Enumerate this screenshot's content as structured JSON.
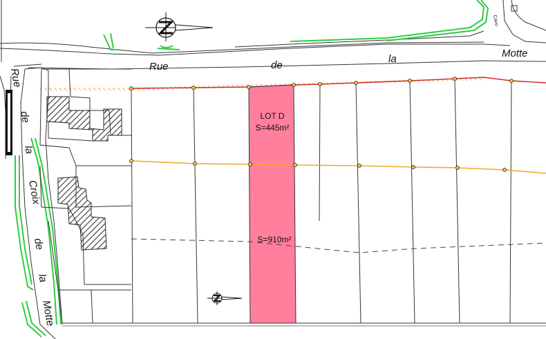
{
  "streets": {
    "north": [
      "Rue",
      "de",
      "la",
      "Motte"
    ],
    "west": [
      "Rue",
      "de",
      "la",
      "Croix",
      "de",
      "la",
      "Motte"
    ],
    "corner_label": "Cavo"
  },
  "lot": {
    "name": "LOT D",
    "front_area": "S=445m²",
    "total_area": "S=910m²",
    "fill_color": "#ff7f9c"
  },
  "colors": {
    "boundary_line": "#cc2a1a",
    "building_setback_line": "#f0a830",
    "hedge_green": "#2ecc40",
    "hatch_orange": "#f5a55a",
    "linework": "#333333"
  },
  "icons": {
    "north_arrow": "north-arrow-icon",
    "survey_marker": "survey-marker-icon"
  }
}
